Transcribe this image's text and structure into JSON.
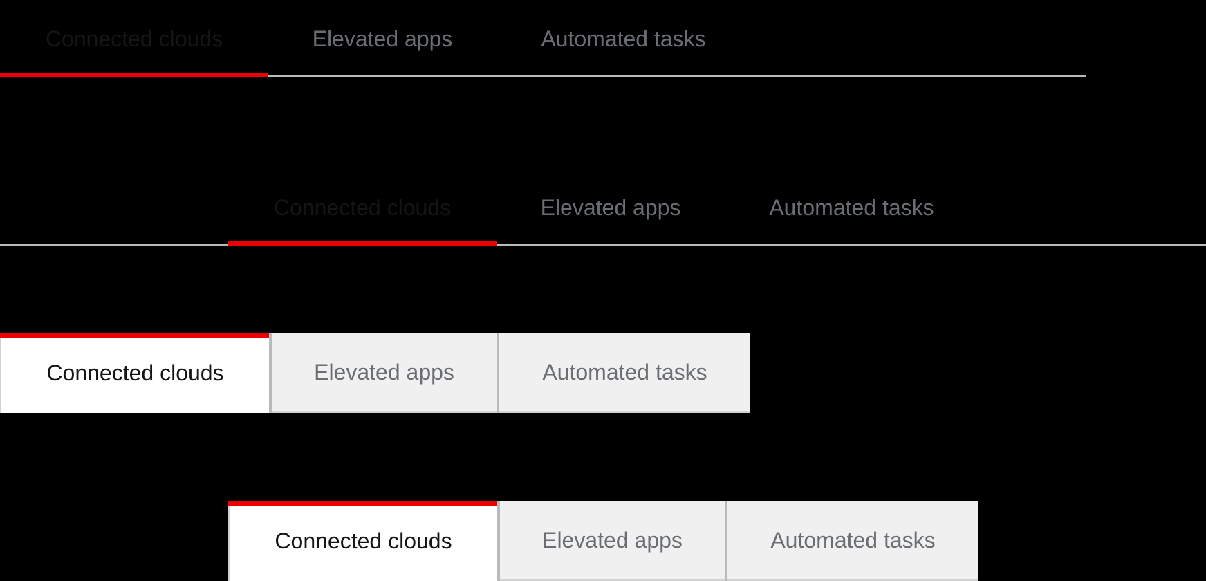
{
  "colors": {
    "page_background": "#000000",
    "accent_red": "#ee0000",
    "active_text": "#151515",
    "inactive_text": "#6a6e73",
    "divider_gray": "#b8bbbe",
    "box_inactive_bg": "#f0f0f0",
    "box_border": "#d2d2d2",
    "active_box_bg": "#ffffff"
  },
  "tab_groups": [
    {
      "variant": "underline-flush",
      "tabs": [
        {
          "label": "Connected clouds",
          "active": true
        },
        {
          "label": "Elevated apps",
          "active": false
        },
        {
          "label": "Automated tasks",
          "active": false
        }
      ]
    },
    {
      "variant": "underline-inset",
      "tabs": [
        {
          "label": "Connected clouds",
          "active": true
        },
        {
          "label": "Elevated apps",
          "active": false
        },
        {
          "label": "Automated tasks",
          "active": false
        }
      ]
    },
    {
      "variant": "box-flush",
      "tabs": [
        {
          "label": "Connected clouds",
          "active": true
        },
        {
          "label": "Elevated apps",
          "active": false
        },
        {
          "label": "Automated tasks",
          "active": false
        }
      ]
    },
    {
      "variant": "box-inset",
      "tabs": [
        {
          "label": "Connected clouds",
          "active": true
        },
        {
          "label": "Elevated apps",
          "active": false
        },
        {
          "label": "Automated tasks",
          "active": false
        }
      ]
    }
  ]
}
